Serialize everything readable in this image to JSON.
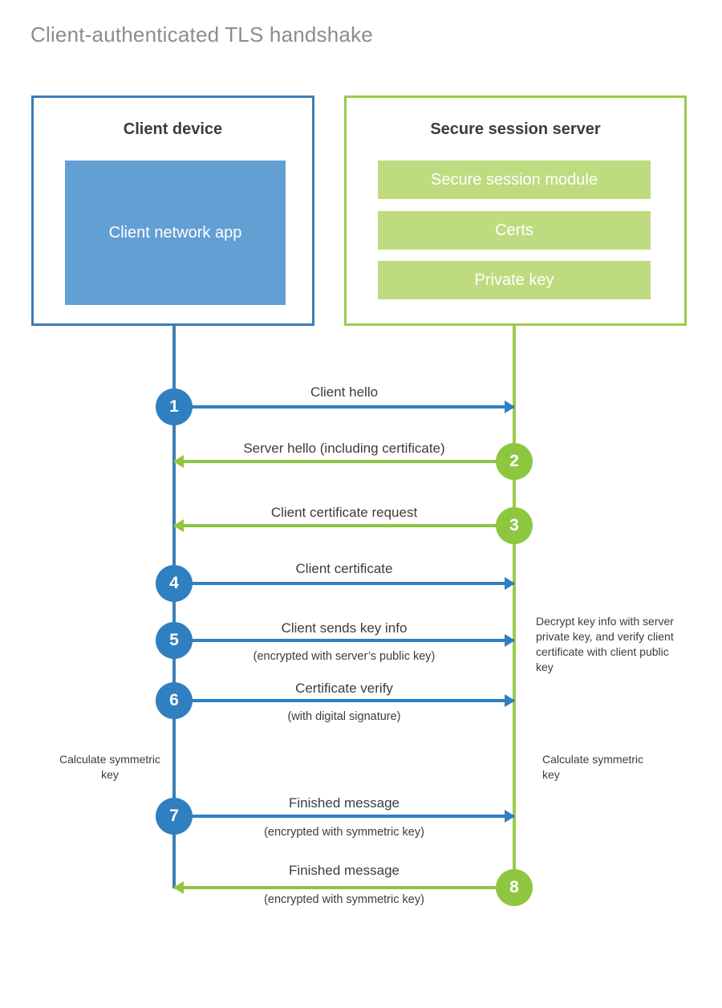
{
  "title": "Client-authenticated TLS handshake",
  "colors": {
    "client_border": "#3e7cb8",
    "client_fill": "#629fd3",
    "client_line": "#2f7fc1",
    "server_border": "#9ccb49",
    "server_fill": "#bedc7f",
    "server_line": "#8ec640",
    "title_text": "#8a8d8f",
    "body_text": "#3c3c3b",
    "background": "#ffffff"
  },
  "parties": {
    "client": {
      "title": "Client device",
      "app_label": "Client network app"
    },
    "server": {
      "title": "Secure session server",
      "components": [
        "Secure session module",
        "Certs",
        "Private key"
      ]
    }
  },
  "steps": [
    {
      "number": "1",
      "label": "Client hello",
      "sublabel": "",
      "direction": "client-to-server",
      "origin": "client"
    },
    {
      "number": "2",
      "label": "Server hello (including certificate)",
      "sublabel": "",
      "direction": "server-to-client",
      "origin": "server"
    },
    {
      "number": "3",
      "label": "Client certificate request",
      "sublabel": "",
      "direction": "server-to-client",
      "origin": "server"
    },
    {
      "number": "4",
      "label": "Client certificate",
      "sublabel": "",
      "direction": "client-to-server",
      "origin": "client"
    },
    {
      "number": "5",
      "label": "Client sends key info",
      "sublabel": "(encrypted with server’s public key)",
      "direction": "client-to-server",
      "origin": "client"
    },
    {
      "number": "6",
      "label": "Certificate verify",
      "sublabel": "(with digital signature)",
      "direction": "client-to-server",
      "origin": "client"
    },
    {
      "number": "7",
      "label": "Finished message",
      "sublabel": "(encrypted with symmetric key)",
      "direction": "client-to-server",
      "origin": "client"
    },
    {
      "number": "8",
      "label": "Finished message",
      "sublabel": "(encrypted with symmetric key)",
      "direction": "server-to-client",
      "origin": "server"
    }
  ],
  "annotations": {
    "server_decrypt": "Decrypt key info with server private key, and verify client certificate with client public key",
    "client_calculate": "Calculate symmetric key",
    "server_calculate": "Calculate symmetric key"
  }
}
